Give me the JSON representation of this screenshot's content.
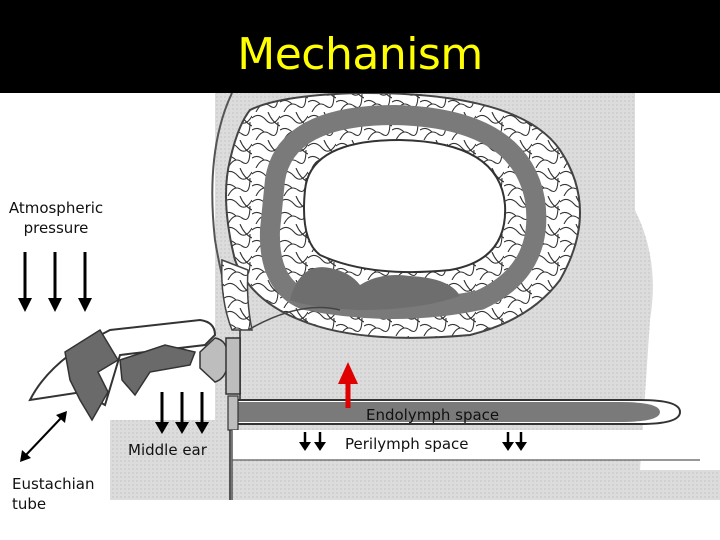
{
  "title": "Mechanism",
  "labels": {
    "atmospheric_line1": "Atmospheric",
    "atmospheric_line2": "pressure",
    "middle_ear": "Middle ear",
    "endolymph": "Endolymph  space",
    "perilymph": "Perilymph  space",
    "eustachian_line1": "Eustachian",
    "eustachian_line2": "tube"
  },
  "colors": {
    "title_bg": "#000000",
    "title_text": "#ffff00",
    "up_arrow": "#e00000",
    "arrows": "#000000",
    "shaded_tissue": "#d9d9d9",
    "membrane": "#7a7a7a"
  },
  "icons": {
    "down_arrows": "arrow-down",
    "up_arrow": "arrow-up",
    "bidirectional_arrow": "arrow-diagonal-bidirectional"
  }
}
